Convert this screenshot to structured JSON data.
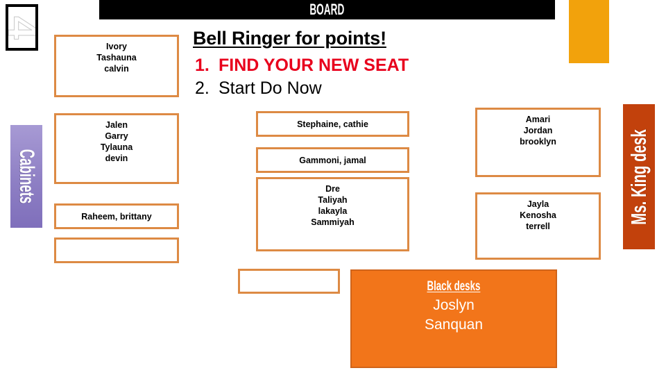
{
  "slide": {
    "number": "4",
    "board_header": "BOARD"
  },
  "bell_ringer": {
    "title": "Bell Ringer for points!",
    "items": [
      {
        "marker": "1.",
        "text": "FIND YOUR NEW SEAT",
        "color": "#E8001C"
      },
      {
        "marker": "2.",
        "text": "Start Do Now",
        "color": "#000000"
      }
    ]
  },
  "side_labels": {
    "cabinets": "Cabinets",
    "teacher_desk": "Ms. King desk"
  },
  "seating": {
    "border_color": "#DD8A44",
    "left_column": [
      {
        "name": "group-ivory",
        "names": [
          "Ivory",
          "Tashauna",
          "calvin"
        ]
      },
      {
        "name": "group-jalen",
        "names": [
          "Jalen",
          "Garry",
          "Tylauna",
          "devin"
        ]
      },
      {
        "name": "group-raheem",
        "names": [
          "Raheem, brittany"
        ]
      },
      {
        "name": "group-empty-left",
        "names": []
      }
    ],
    "middle_column": [
      {
        "name": "group-stephaine",
        "names": [
          "Stephaine, cathie"
        ]
      },
      {
        "name": "group-gammoni",
        "names": [
          "Gammoni, jamal"
        ]
      },
      {
        "name": "group-dre",
        "names": [
          "Dre",
          "Taliyah",
          "lakayla",
          "Sammiyah"
        ]
      },
      {
        "name": "group-empty-middle",
        "names": []
      }
    ],
    "right_column": [
      {
        "name": "group-amari",
        "names": [
          "Amari",
          "Jordan",
          "brooklyn"
        ]
      },
      {
        "name": "group-jayla",
        "names": [
          "Jayla",
          "Kenosha",
          "terrell"
        ]
      }
    ]
  },
  "black_desks": {
    "title": "Black desks",
    "names": [
      "Joslyn",
      "Sanquan"
    ],
    "fill_color": "#F2751A"
  },
  "decor": {
    "orange_block_color": "#F2A20C"
  }
}
